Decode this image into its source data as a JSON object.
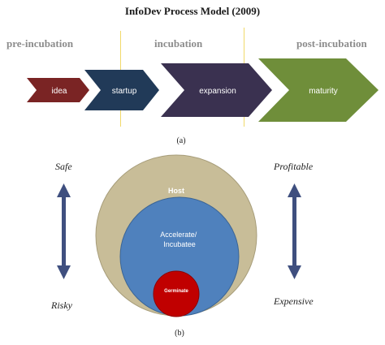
{
  "title": "InfoDev Process Model (2009)",
  "part_a": {
    "stages": [
      "pre-incubation",
      "incubation",
      "post-incubation"
    ],
    "phases": [
      {
        "label": "idea",
        "color": "#7a2424"
      },
      {
        "label": "startup",
        "color": "#213a58"
      },
      {
        "label": "expansion",
        "color": "#3a3150"
      },
      {
        "label": "maturity",
        "color": "#6f8e3a"
      }
    ],
    "caption": "(a)"
  },
  "part_b": {
    "circles": [
      {
        "label": "Host",
        "color": "#c8bd98"
      },
      {
        "label": "Accelerate/\nIncubatee",
        "color": "#4f81bd"
      },
      {
        "label": "Germinate",
        "color": "#c00000"
      }
    ],
    "left_axis": {
      "top": "Safe",
      "bottom": "Risky"
    },
    "right_axis": {
      "top": "Profitable",
      "bottom": "Expensive"
    },
    "arrow_color": "#3f4f7f",
    "caption": "(b)"
  }
}
